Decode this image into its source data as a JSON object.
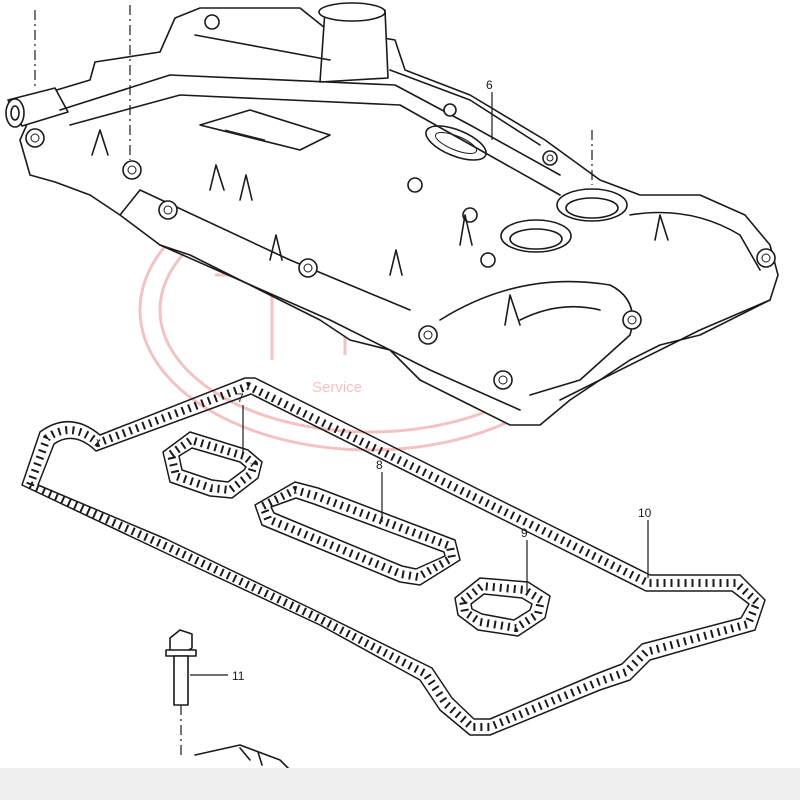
{
  "diagram": {
    "callouts": [
      {
        "id": "6",
        "label": "6"
      },
      {
        "id": "7",
        "label": "7"
      },
      {
        "id": "8",
        "label": "8"
      },
      {
        "id": "9",
        "label": "9"
      },
      {
        "id": "10",
        "label": "10"
      },
      {
        "id": "11",
        "label": "11"
      }
    ],
    "watermark": {
      "text": "Service",
      "color": "#d9534f"
    },
    "colors": {
      "ink": "#1a1a1a",
      "background": "#ffffff",
      "footer": "#efefef"
    }
  }
}
